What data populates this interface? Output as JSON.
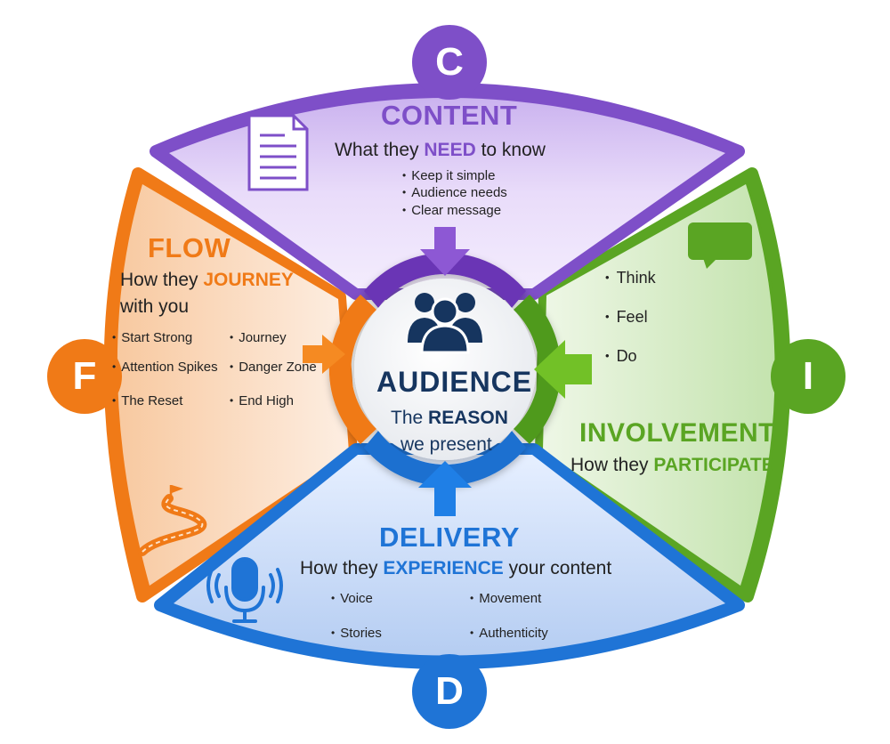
{
  "colors": {
    "content": "#7e4fc8",
    "involvement": "#5aa523",
    "delivery": "#1f74d6",
    "flow": "#f07a17",
    "center_text": "#16355f"
  },
  "content": {
    "badge": "C",
    "heading": "CONTENT",
    "subtitle_pre": "What they ",
    "subtitle_em": "NEED",
    "subtitle_post": " to know",
    "bullets": [
      "Keep it simple",
      "Audience needs",
      "Clear message"
    ],
    "icon": "document-icon"
  },
  "involvement": {
    "badge": "I",
    "heading": "INVOLVEMENT",
    "subtitle_pre": "How they ",
    "subtitle_em": "PARTICIPATE",
    "bullets": [
      "Think",
      "Feel",
      "Do"
    ],
    "icon": "chat-bubble-icon"
  },
  "delivery": {
    "badge": "D",
    "heading": "DELIVERY",
    "subtitle_pre": "How they ",
    "subtitle_em": "EXPERIENCE",
    "subtitle_post": " your content",
    "bullets": [
      "Voice",
      "Stories",
      "Movement",
      "Authenticity"
    ],
    "icon": "microphone-icon"
  },
  "flow": {
    "badge": "F",
    "heading": "FLOW",
    "subtitle_pre": "How they ",
    "subtitle_em": "JOURNEY",
    "subtitle_line2": "with you",
    "bullets": [
      "Start Strong",
      "Attention Spikes",
      "The Reset",
      "Journey",
      "Danger Zone",
      "End High"
    ],
    "icon": "winding-road-icon"
  },
  "center": {
    "title": "AUDIENCE",
    "sub_pre": "The ",
    "sub_em": "REASON",
    "sub_line2": "we present",
    "icon": "people-group-icon"
  }
}
